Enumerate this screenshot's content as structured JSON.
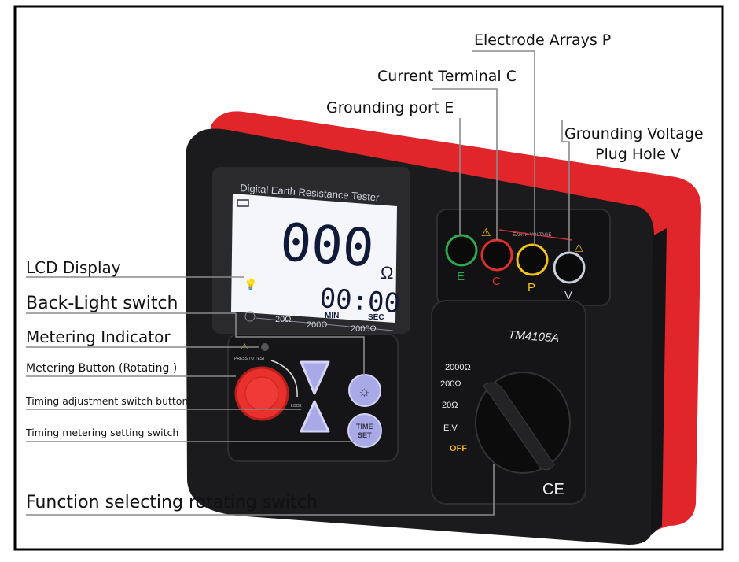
{
  "callouts": {
    "electrode_arrays": "Electrode Arrays P",
    "current_terminal": "Current Terminal C",
    "grounding_port": "Grounding port E",
    "grounding_voltage_1": "Grounding Voltage",
    "grounding_voltage_2": "Plug Hole V",
    "lcd_display": "LCD Display",
    "backlight_switch": "Back-Light switch",
    "metering_indicator": "Metering Indicator",
    "metering_button": "Metering Button (Rotating )",
    "timing_adjust": "Timing adjustment switch button",
    "timing_setting": "Timing metering setting switch",
    "function_switch": "Function selecting rotating switch"
  },
  "device": {
    "lcd_title": "Digital Earth Resistance Tester",
    "reading": "000",
    "unit": "Ω",
    "timer": "00:00",
    "min_label": "MIN",
    "sec_label": "SEC",
    "scale": [
      "20Ω",
      "200Ω",
      "2000Ω"
    ],
    "terminals": [
      {
        "label": "E",
        "color": "#2fa84f"
      },
      {
        "label": "C",
        "color": "#e0302c"
      },
      {
        "label": "P",
        "color": "#f2c21a"
      },
      {
        "label": "V",
        "color": "#c9d0dc"
      }
    ],
    "earth_voltage": "EARTH VOLTAGE",
    "model": "TM4105A",
    "ranges": [
      "2000Ω",
      "200Ω",
      "20Ω",
      "E.V",
      "OFF"
    ],
    "press_to_test": "PRESS TO TEST",
    "lock": "LOCK",
    "time_set_1": "TIME",
    "time_set_2": "SET",
    "ce_mark": "CE"
  },
  "colors": {
    "body_red": "#e0262b",
    "body_black": "#1b1b1d",
    "button_lavender": "#a9a9e8",
    "knob_red": "#e8302c",
    "off_label": "#f0b020"
  }
}
